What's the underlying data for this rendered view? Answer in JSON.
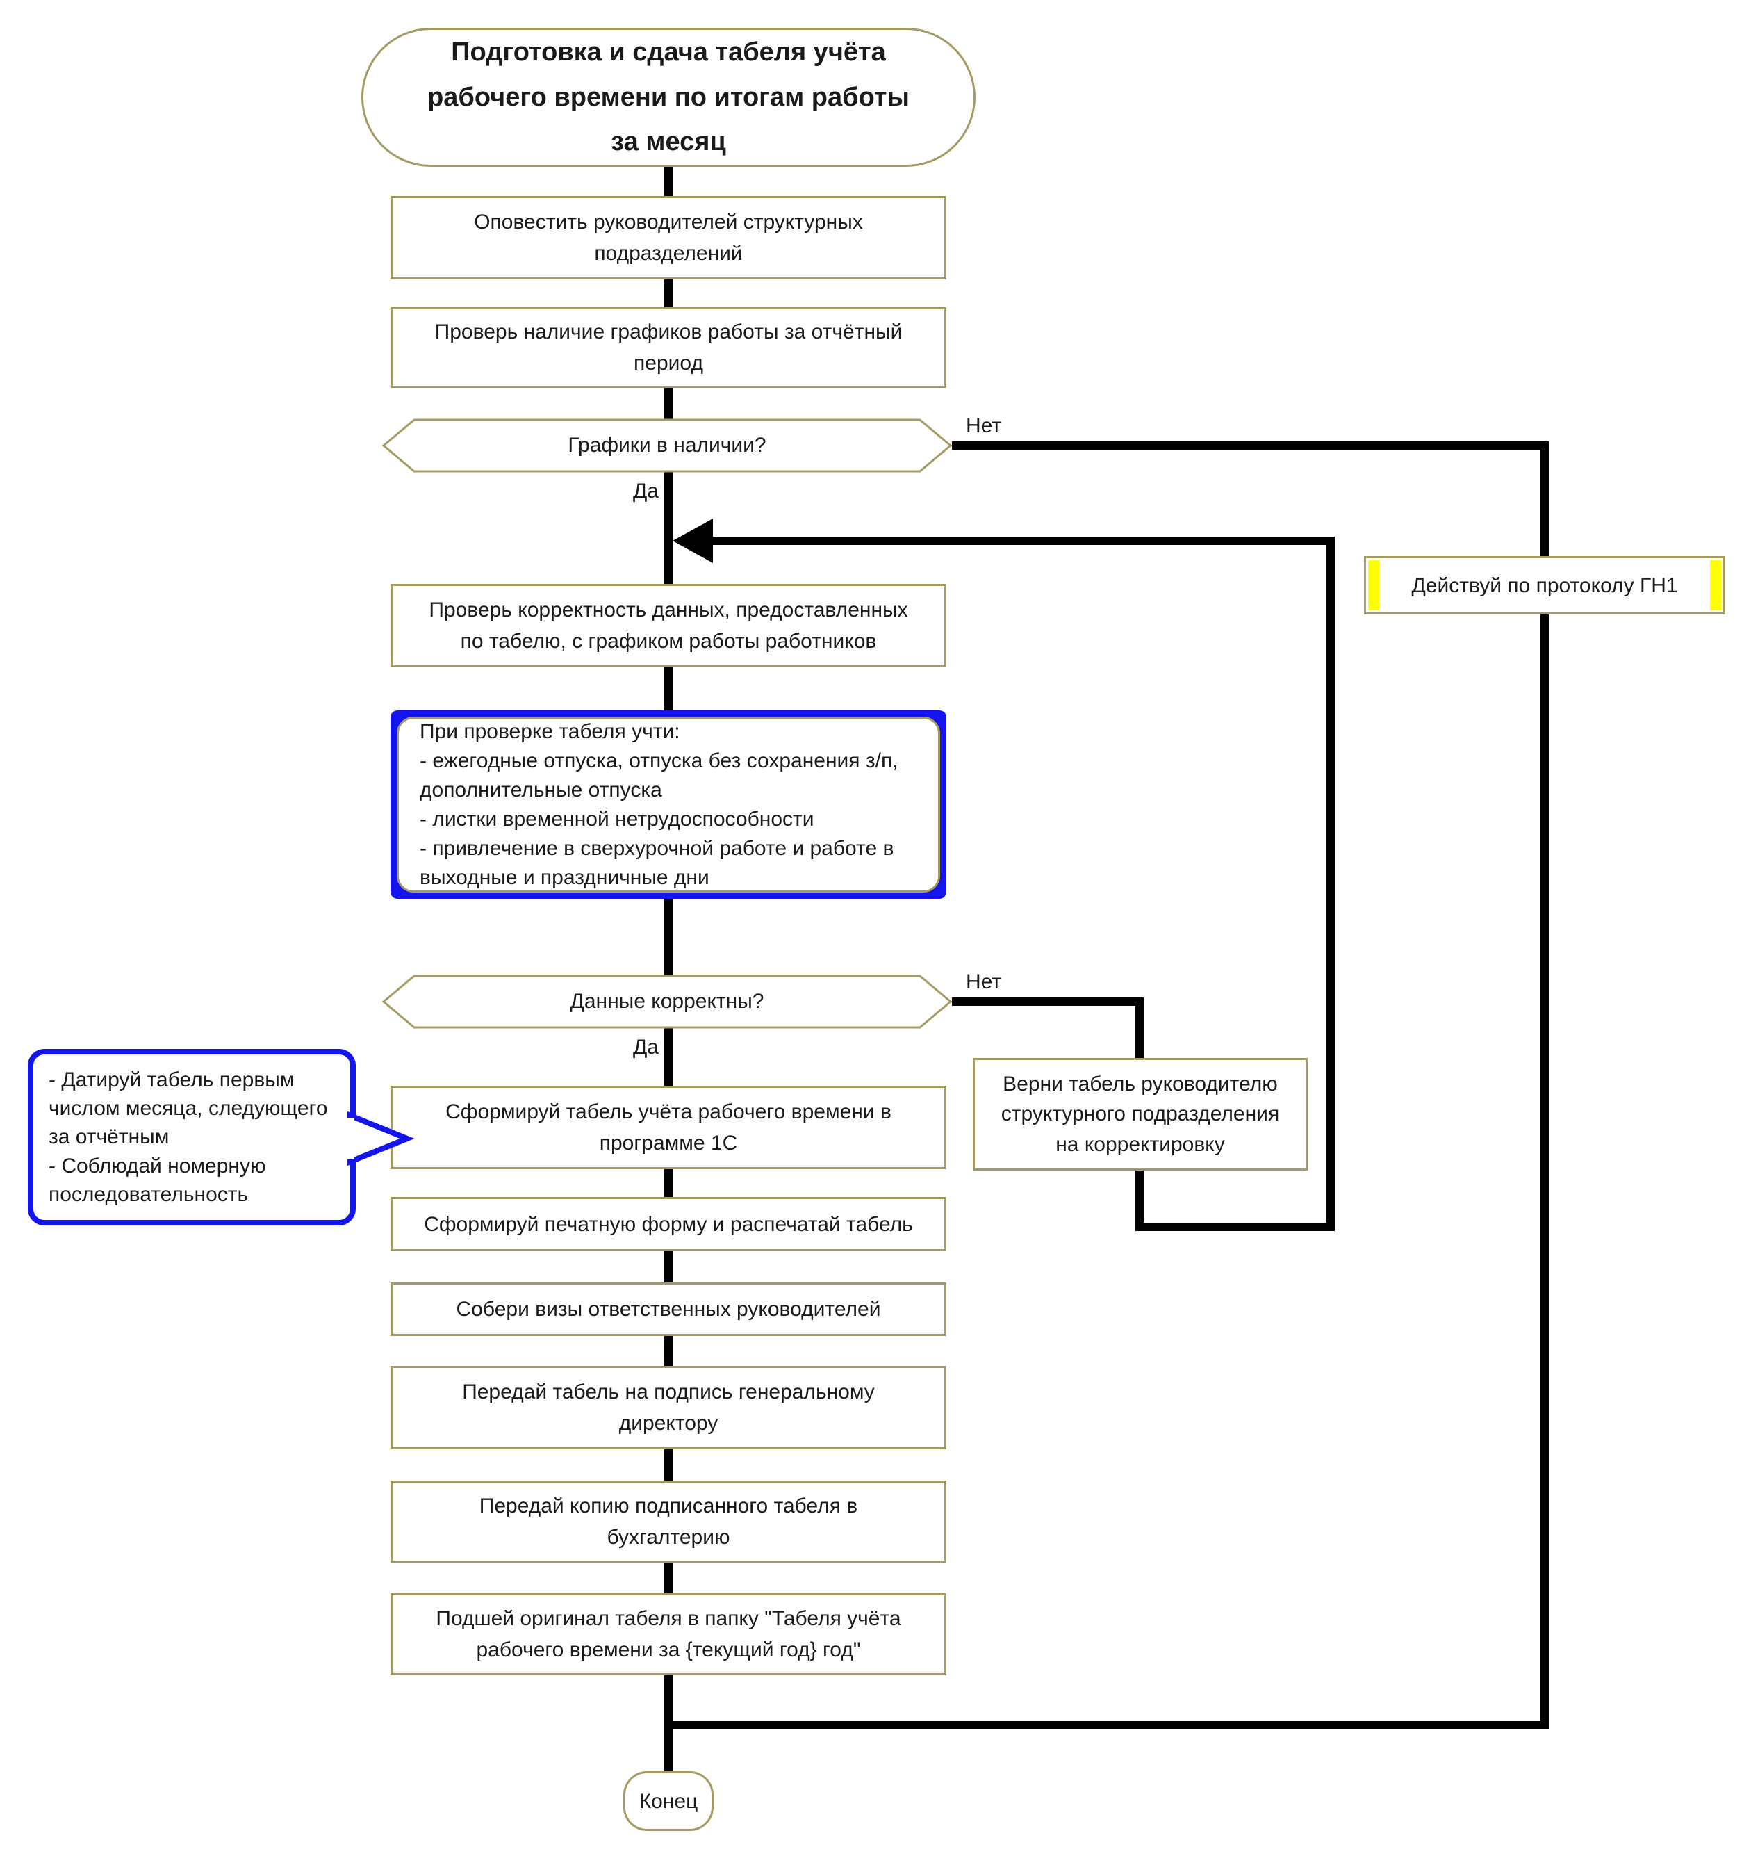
{
  "flowchart": {
    "start": {
      "title": "Подготовка и сдача табеля учёта\nрабочего времени по итогам работы\nза месяц"
    },
    "steps": {
      "notify": "Оповестить руководителей структурных\nподразделений",
      "check_schedules": "Проверь наличие графиков работы за отчётный\nпериод",
      "check_correctness": "Проверь корректность данных, предоставленных\nпо табелю, с графиком работы работников",
      "form_timesheet": "Сформируй табель учёта рабочего времени в\nпрограмме 1С",
      "print_form": "Сформируй печатную форму и распечатай табель",
      "collect_visas": "Собери визы ответственных руководителей",
      "sign_director": "Передай табель на подпись генеральному\nдиректору",
      "copy_accounting": "Передай копию подписанного табеля в\nбухгалтерию",
      "file_original": "Подшей оригинал табеля в папку \"Табеля учёта\nрабочего времени за {текущий год} год\"",
      "return_timesheet": "Верни табель руководителю\nструктурного подразделения\nна корректировку"
    },
    "decisions": {
      "schedules": {
        "question": "Графики в наличии?",
        "yes": "Да",
        "no": "Нет"
      },
      "data_correct": {
        "question": "Данные корректны?",
        "yes": "Да",
        "no": "Нет"
      }
    },
    "note": "При проверке табеля учти:\n- ежегодные отпуска, отпуска без сохранения з/п,\nдополнительные отпуска\n- листки временной нетрудоспособности\n- привлечение в сверхурочной работе и работе в\nвыходные и праздничные дни",
    "callout": "- Датируй табель первым\nчислом месяца, следующего\nза отчётным\n- Соблюдай номерную\nпоследовательность",
    "protocol": "Действуй по протоколу ГН1",
    "end": "Конец",
    "colors": {
      "node_border": "#a59b62",
      "accent_blue": "#1414ee",
      "highlight_yellow": "#ffff00",
      "line": "#000000"
    }
  }
}
